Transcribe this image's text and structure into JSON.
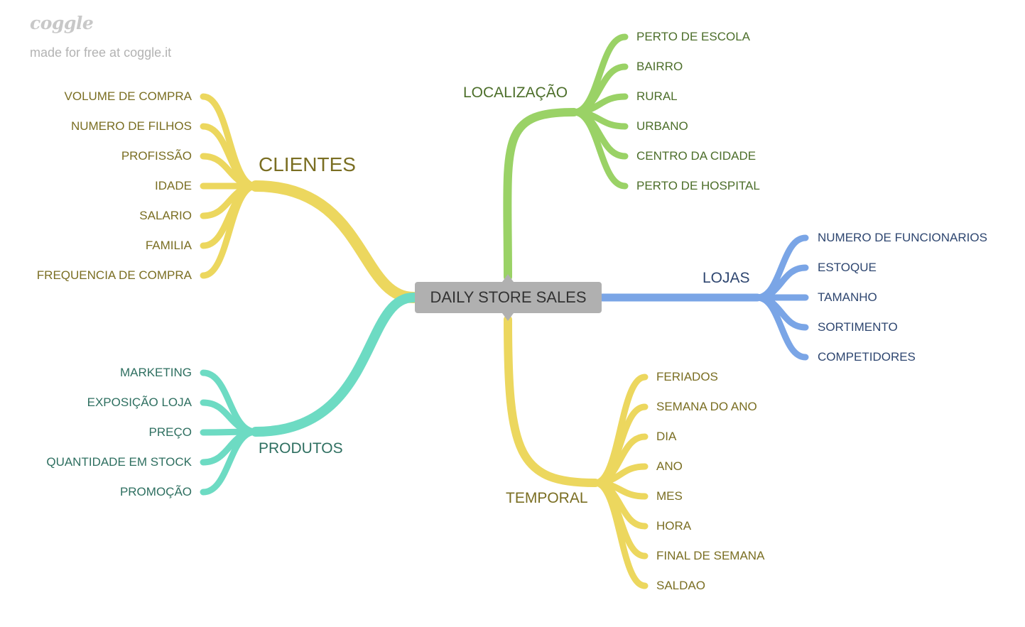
{
  "brand": {
    "logo_text": "coggle",
    "credit": "made for free at coggle.it"
  },
  "central": {
    "label": "DAILY STORE SALES"
  },
  "colors": {
    "clientes": "#ecd75e",
    "produtos": "#6ddbc3",
    "localizacao": "#9ad266",
    "lojas": "#7aa5e6",
    "temporal": "#ecd75e",
    "clientes_text": "#7a6e22",
    "produtos_text": "#2e6f60",
    "localizacao_text": "#4c6e2a",
    "lojas_text": "#2e4670",
    "temporal_text": "#7a6e22"
  },
  "branches": {
    "clientes": {
      "label": "CLIENTES",
      "children": [
        "VOLUME DE COMPRA",
        "NUMERO DE FILHOS",
        "PROFISSÃO",
        "IDADE",
        "SALARIO",
        "FAMILIA",
        "FREQUENCIA DE COMPRA"
      ]
    },
    "produtos": {
      "label": "PRODUTOS",
      "children": [
        "MARKETING",
        "EXPOSIÇÃO LOJA",
        "PREÇO",
        "QUANTIDADE EM STOCK",
        "PROMOÇÃO"
      ]
    },
    "localizacao": {
      "label": "LOCALIZAÇÃO",
      "children": [
        "PERTO DE ESCOLA",
        "BAIRRO",
        "RURAL",
        "URBANO",
        "CENTRO DA CIDADE",
        "PERTO DE HOSPITAL"
      ]
    },
    "lojas": {
      "label": "LOJAS",
      "children": [
        "NUMERO DE FUNCIONARIOS",
        "ESTOQUE",
        "TAMANHO",
        "SORTIMENTO",
        "COMPETIDORES"
      ]
    },
    "temporal": {
      "label": "TEMPORAL",
      "children": [
        "FERIADOS",
        "SEMANA DO ANO",
        "DIA",
        "ANO",
        "MES",
        "HORA",
        "FINAL DE SEMANA",
        "SALDAO"
      ]
    }
  }
}
